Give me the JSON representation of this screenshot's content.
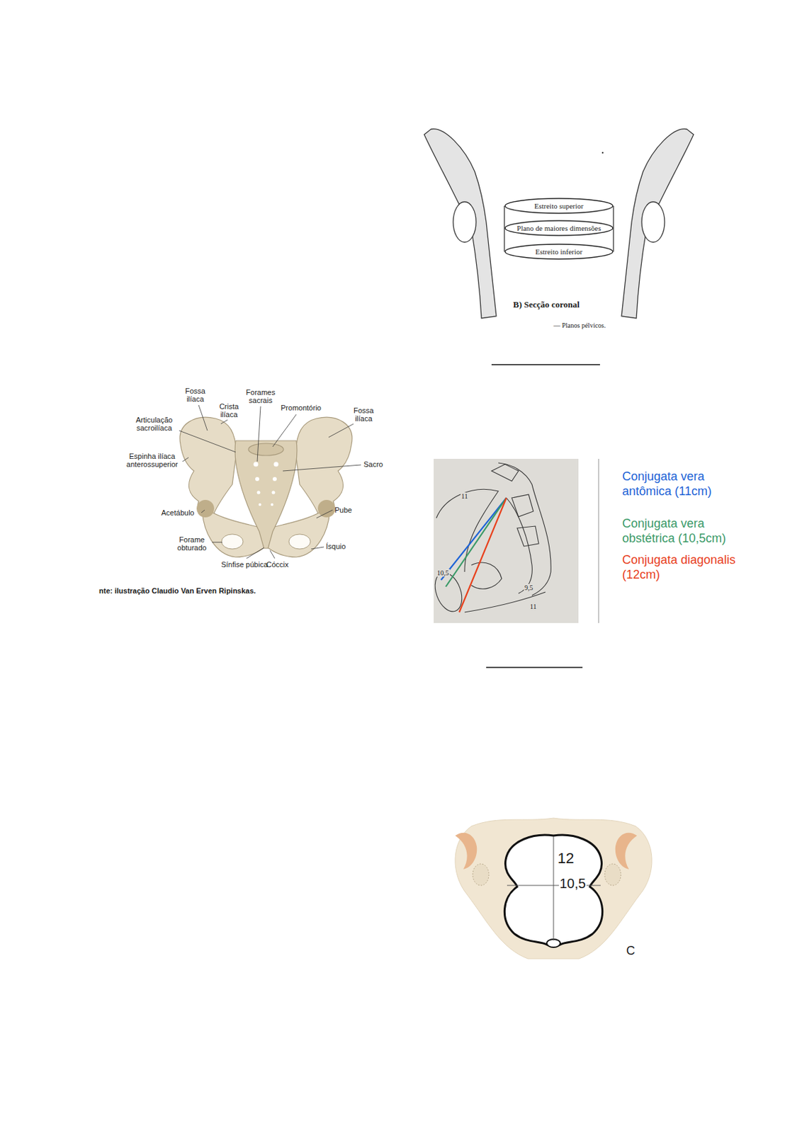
{
  "diagram": {
    "nodes": [
      {
        "text": [
          "Estreito superior"
        ]
      },
      {
        "text": [
          "Plano de maiores dimensões"
        ]
      },
      {
        "text": [
          "Estreito inferior"
        ]
      }
    ],
    "labels": [
      "Fossa ilíaca",
      "Crista ilíaca",
      "Forames sacrais",
      "Promontório",
      "Fossa ilíaca",
      "Articulação sacroilíaca",
      "Espinha ilíaca anterossuperior",
      "Sacro",
      "Acetábulo",
      "Pube",
      "Forame obturado",
      "Sínfise púbica",
      "Cóccix",
      "Ísquio",
      "nte: ilustração Claudio Van Erven Ripinskas.",
      "B) Secção coronal",
      "— Planos pélvicos.",
      "11",
      "10,5",
      "9,5",
      "11",
      "12",
      "10,5",
      "C"
    ],
    "legend": [
      {
        "text": "Conjugata vera antômica (11cm)",
        "color": "#1d63d6"
      },
      {
        "text": "Conjugata vera obstétrica (10,5cm)",
        "color": "#3a9a68"
      },
      {
        "text": "Conjugata diagonalis (12cm)",
        "color": "#e8401c"
      }
    ]
  }
}
